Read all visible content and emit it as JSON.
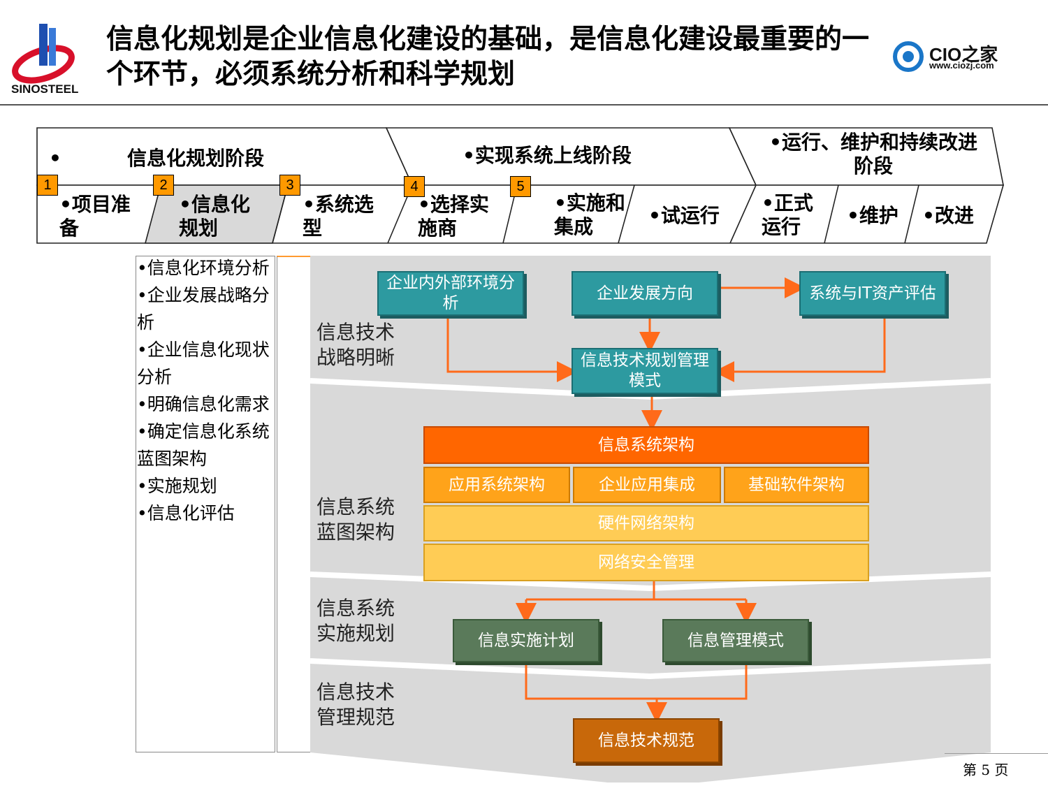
{
  "header": {
    "title": "信息化规划是企业信息化建设的基础，是信息化建设最重要的一个环节，必须系统分析和科学规划",
    "left_logo_text": "SINOSTEEL",
    "right_logo_text": "CIO之家",
    "right_logo_url": "www.ciozj.com"
  },
  "phases": [
    {
      "bullet": "•",
      "label": "信息化规划阶段"
    },
    {
      "label": "•实现系统上线阶段"
    },
    {
      "label": "•运行、维护和持续改进阶段"
    }
  ],
  "steps": [
    {
      "number": "1",
      "label": "•项目准备"
    },
    {
      "number": "2",
      "label": "•信息化规划"
    },
    {
      "number": "3",
      "label": "•系统选型"
    },
    {
      "number": "4",
      "label": "•选择实施商"
    },
    {
      "number": "5",
      "label": "•实施和集成"
    },
    {
      "label": "•试运行"
    },
    {
      "label": "•正式运行"
    },
    {
      "label": "•维护"
    },
    {
      "label": "•改进"
    }
  ],
  "tasks": [
    "•信息化环境分析",
    "•企业发展战略分析",
    "•企业信息化现状分析",
    "•明确信息化需求",
    "•确定信息化系统蓝图架构",
    "•实施规划",
    "•信息化评估"
  ],
  "rows": [
    {
      "label": "信息技术战略明晰"
    },
    {
      "label": "信息系统蓝图架构"
    },
    {
      "label": "信息系统实施规划"
    },
    {
      "label": "信息技术管理规范"
    }
  ],
  "boxes": {
    "env": "企业内外部环境分析",
    "direction": "企业发展方向",
    "assets": "系统与IT资产评估",
    "it_mgmt": "信息技术规划管理模式",
    "arch": "信息系统架构",
    "app_arch": "应用系统架构",
    "integration": "企业应用集成",
    "base_sw": "基础软件架构",
    "hw_net": "硬件网络架构",
    "net_sec": "网络安全管理",
    "impl_plan": "信息实施计划",
    "mgmt_mode": "信息管理模式",
    "it_norm": "信息技术规范"
  },
  "footer": {
    "page": "第 5 页"
  },
  "colors": {
    "teal": "#2d9aa0",
    "orange": "#ff6600",
    "amber": "#ffb830",
    "green": "#5a7a5a",
    "brown": "#c8680a",
    "arrow": "#ff6a1a"
  }
}
